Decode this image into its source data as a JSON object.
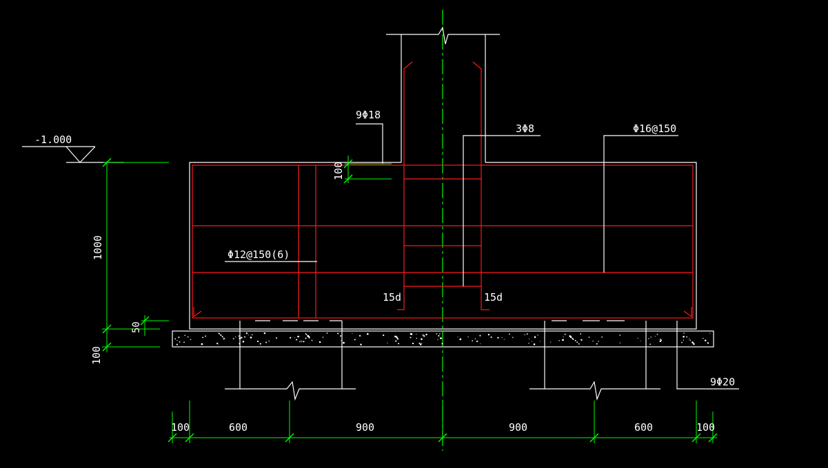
{
  "drawing": {
    "elevation_mark": "-1.000",
    "callouts": {
      "col_bars": "9Φ18",
      "stirrup_col": "3Φ8",
      "top_bars": "Φ16@150",
      "side_bars": "Φ12@150(6)",
      "anchor_left": "15d",
      "anchor_right": "15d",
      "bottom_bars": "9Φ20"
    },
    "vertical_dims": {
      "cover_top": "100",
      "height": "1000",
      "cover_bottom": "50",
      "blinding": "100"
    },
    "horizontal_dims": [
      "100",
      "600",
      "900",
      "900",
      "600",
      "100"
    ],
    "colors": {
      "background": "#000000",
      "outline": "#ffffff",
      "rebar": "#ff1a1a",
      "dimension": "#00ff00"
    }
  }
}
